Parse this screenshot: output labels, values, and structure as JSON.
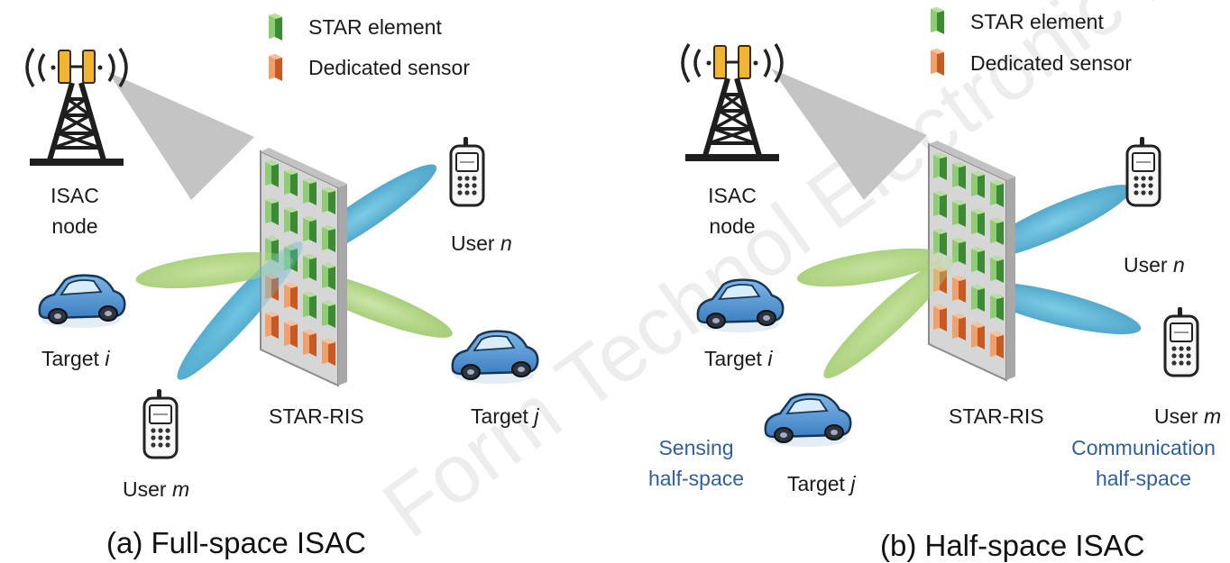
{
  "legend": {
    "star_element": "STAR element",
    "dedicated_sensor": "Dedicated sensor"
  },
  "colors": {
    "star_element": "#5aa64a",
    "dedicated_sensor": "#e07a3c",
    "beam_green": "#b8d98a",
    "beam_blue": "#5ab8d8",
    "cone": "#c4c4c4",
    "halfspace_text": "#2f5f9e"
  },
  "panel_a": {
    "caption": "(a) Full-space ISAC",
    "isac_node_line1": "ISAC",
    "isac_node_line2": "node",
    "ris_label": "STAR-RIS",
    "user_n": "User",
    "user_n_var": "n",
    "user_m": "User",
    "user_m_var": "m",
    "target_i": "Target",
    "target_i_var": "i",
    "target_j": "Target",
    "target_j_var": "j"
  },
  "panel_b": {
    "caption": "(b) Half-space ISAC",
    "isac_node_line1": "ISAC",
    "isac_node_line2": "node",
    "ris_label": "STAR-RIS",
    "user_n": "User",
    "user_n_var": "n",
    "user_m": "User",
    "user_m_var": "m",
    "target_i": "Target",
    "target_i_var": "i",
    "target_j": "Target",
    "target_j_var": "j",
    "sensing_line1": "Sensing",
    "sensing_line2": "half-space",
    "comm_line1": "Communication",
    "comm_line2": "half-space"
  },
  "watermark": "Form Technol Electronic Eng",
  "icons": {
    "tower": "cell-tower-icon",
    "phone": "mobile-phone-icon",
    "car": "car-icon"
  }
}
